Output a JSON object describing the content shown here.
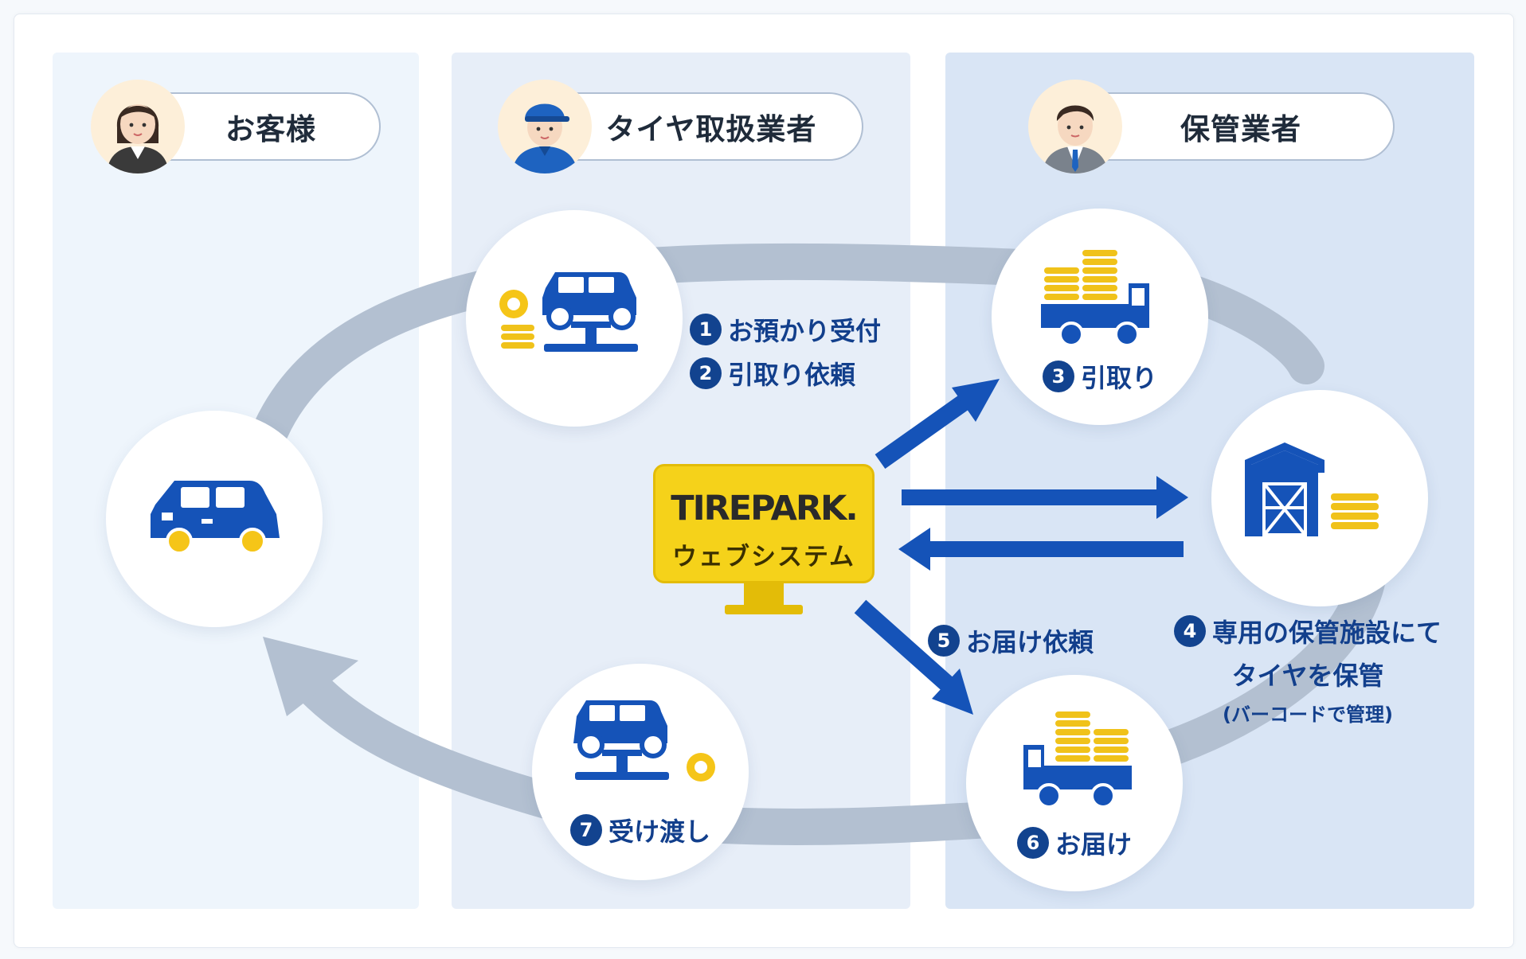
{
  "roles": {
    "customer": "お客様",
    "dealer": "タイヤ取扱業者",
    "storage": "保管業者"
  },
  "system": {
    "logo": "TIREPARK.",
    "name": "ウェブシステム"
  },
  "steps": {
    "s1": {
      "num": "1",
      "label": "お預かり受付"
    },
    "s2": {
      "num": "2",
      "label": "引取り依頼"
    },
    "s3": {
      "num": "3",
      "label": "引取り"
    },
    "s4": {
      "num": "4",
      "line1": "専用の保管施設にて",
      "line2": "タイヤを保管",
      "line3": "(バーコードで管理)"
    },
    "s5": {
      "num": "5",
      "label": "お届け依頼"
    },
    "s6": {
      "num": "6",
      "label": "お届け"
    },
    "s7": {
      "num": "7",
      "label": "受け渡し"
    }
  },
  "colors": {
    "brand_blue": "#1553b8",
    "badge_navy": "#12438f",
    "tire_yellow": "#f0c21a",
    "loop_gray": "#b3c0d1"
  }
}
